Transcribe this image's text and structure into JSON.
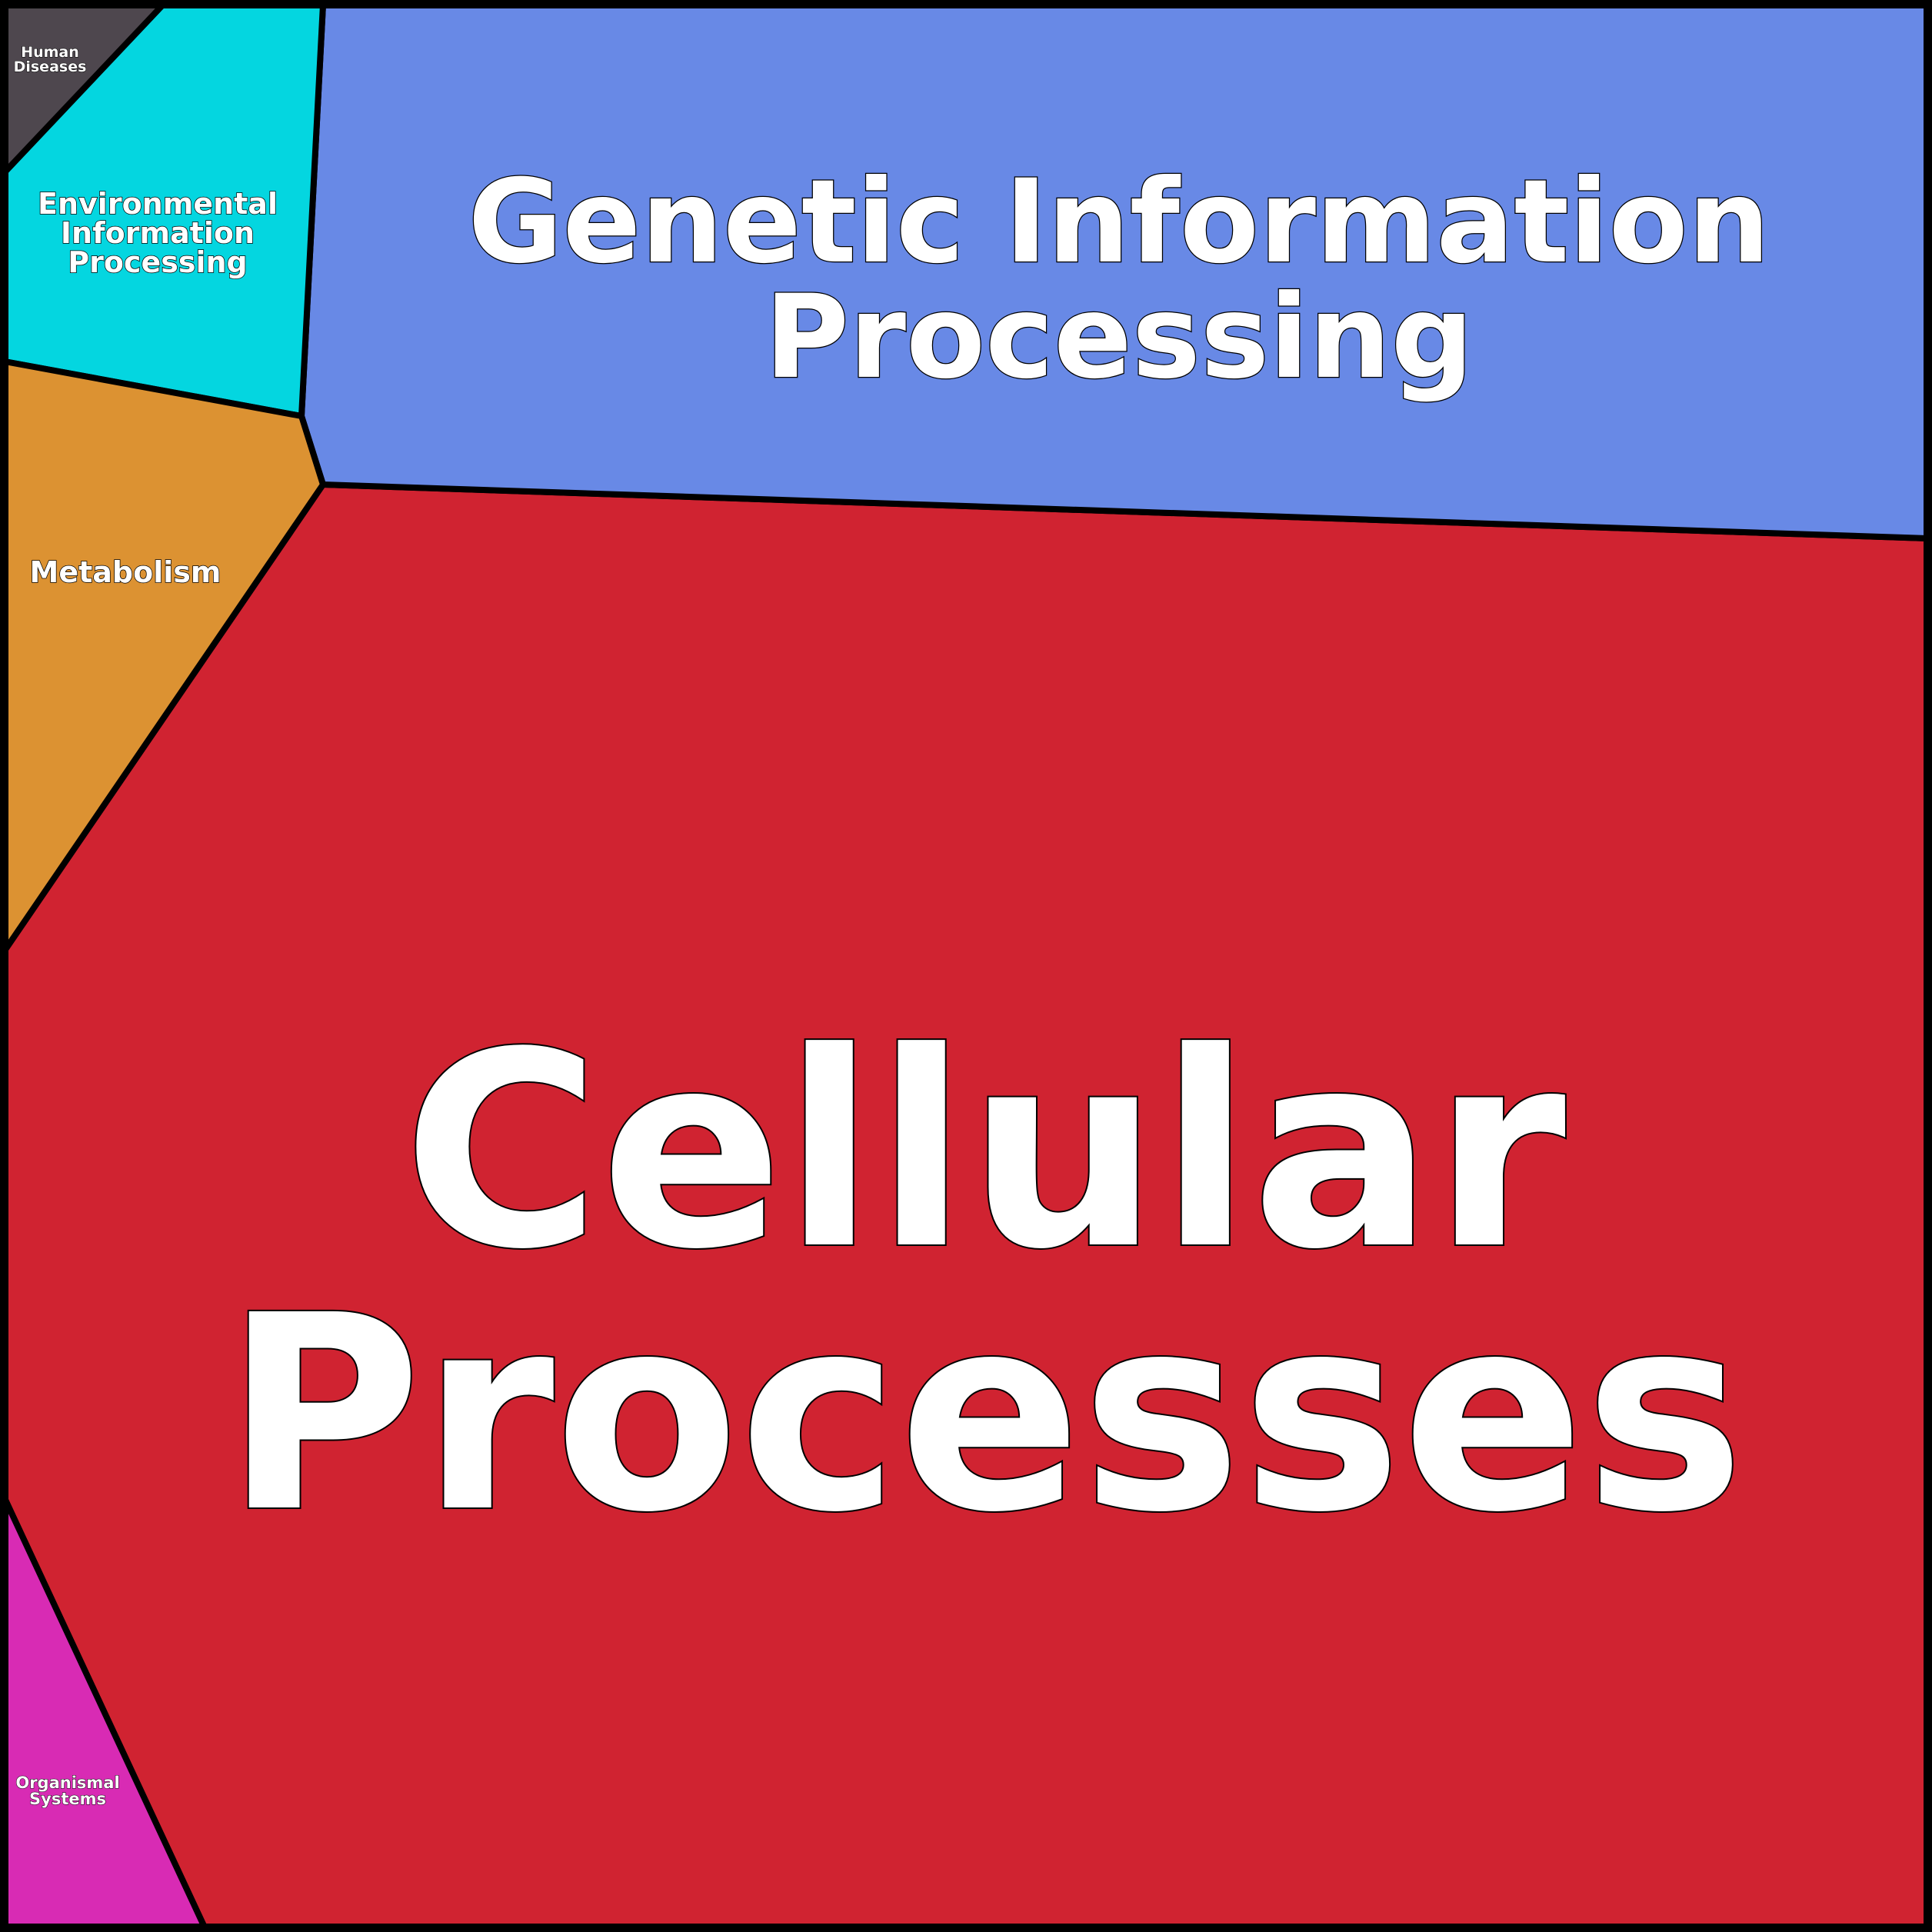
{
  "treemap": {
    "cells": [
      {
        "id": "cellular-processes",
        "lines": [
          "Cellular",
          "Processes"
        ],
        "color": "#d02331"
      },
      {
        "id": "genetic-information-processing",
        "lines": [
          "Genetic Information",
          "Processing"
        ],
        "color": "#6889e6"
      },
      {
        "id": "environmental-information-processing",
        "lines": [
          "Environmental",
          "Information",
          "Processing"
        ],
        "color": "#04d6e0"
      },
      {
        "id": "metabolism",
        "lines": [
          "Metabolism"
        ],
        "color": "#dc9232"
      },
      {
        "id": "organismal-systems",
        "lines": [
          "Organismal",
          "Systems"
        ],
        "color": "#d82bb4"
      },
      {
        "id": "human-diseases",
        "lines": [
          "Human",
          "Diseases"
        ],
        "color": "#4e474e"
      }
    ]
  }
}
